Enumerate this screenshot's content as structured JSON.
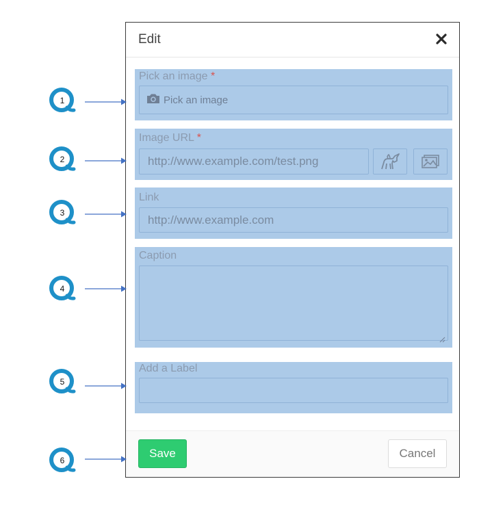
{
  "dialog": {
    "title": "Edit",
    "close_icon": "close-icon",
    "fields": {
      "pick_image": {
        "label": "Pick an image",
        "required": "*",
        "button_label": "Pick an image",
        "icon": "camera-icon"
      },
      "image_url": {
        "label": "Image URL",
        "required": "*",
        "placeholder": "http://www.example.com/test.png",
        "icon_1": "unicorn-icon",
        "icon_2": "gallery-icon"
      },
      "link": {
        "label": "Link",
        "placeholder": "http://www.example.com"
      },
      "caption": {
        "label": "Caption",
        "value": ""
      },
      "add_label": {
        "label": "Add a Label",
        "value": ""
      }
    },
    "footer": {
      "save_label": "Save",
      "cancel_label": "Cancel"
    }
  },
  "callouts": [
    "1",
    "2",
    "3",
    "4",
    "5",
    "6"
  ],
  "colors": {
    "highlight": "#70a4d8",
    "save_green": "#2ecc71",
    "callout_blue": "#1e90c8",
    "arrow_blue": "#4472c4",
    "required_red": "#d9534f"
  }
}
